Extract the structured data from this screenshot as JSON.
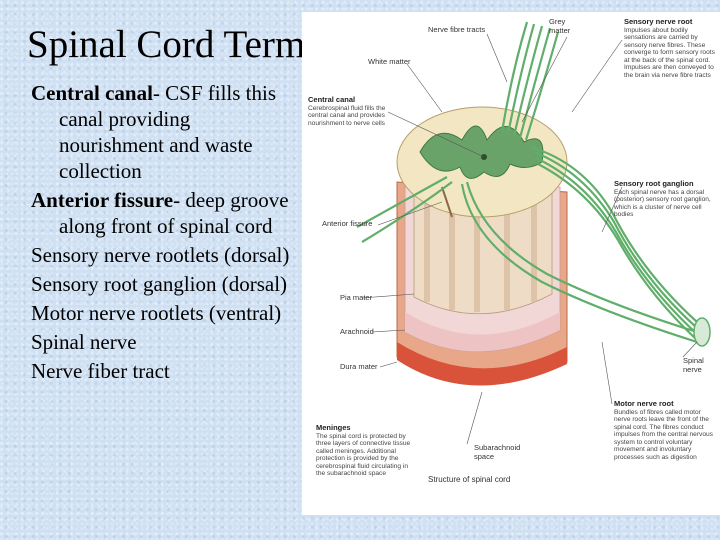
{
  "slide": {
    "title": "Spinal Cord Terms",
    "terms": [
      {
        "term": "Central canal",
        "definition": "- CSF fills this canal providing nourishment and waste collection"
      },
      {
        "term": "Anterior fissure",
        "definition": "- deep groove along front of spinal cord"
      },
      {
        "term": "",
        "definition": "Sensory nerve rootlets (dorsal)"
      },
      {
        "term": "",
        "definition": "Sensory root ganglion (dorsal)"
      },
      {
        "term": "",
        "definition": "Motor nerve rootlets (ventral)"
      },
      {
        "term": "",
        "definition": "Spinal nerve"
      },
      {
        "term": "",
        "definition": "Nerve fiber tract"
      }
    ]
  },
  "figure": {
    "caption": "Structure of spinal cord",
    "labels": {
      "nerve_fibre_tracts": "Nerve fibre tracts",
      "grey_matter": "Grey matter",
      "white_matter": "White matter",
      "central_canal_title": "Central canal",
      "central_canal_desc": "Cerebrospinal fluid fills the central canal and provides nourishment to nerve cells",
      "anterior_fissure": "Anterior fissure",
      "pia_mater": "Pia mater",
      "arachnoid": "Arachnoid",
      "dura_mater": "Dura mater",
      "meninges_title": "Meninges",
      "meninges_desc": "The spinal cord is protected by three layers of connective tissue called meninges. Additional protection is provided by the cerebrospinal fluid circulating in the subarachnoid space",
      "subarachnoid_space": "Subarachnoid space",
      "sensory_root_title": "Sensory nerve root",
      "sensory_root_desc": "Impulses about bodily sensations are carried by sensory nerve fibres. These converge to form sensory roots at the back of the spinal cord. Impulses are then conveyed to the brain via nerve fibre tracts",
      "sensory_ganglion_title": "Sensory root ganglion",
      "sensory_ganglion_desc": "Each spinal nerve has a dorsal (posterior) sensory root ganglion, which is a cluster of nerve cell bodies",
      "spinal_nerve": "Spinal nerve",
      "motor_root_title": "Motor nerve root",
      "motor_root_desc": "Bundles of fibres called motor nerve roots leave the front of the spinal cord. The fibres conduct impulses from the central nervous system to control voluntary movement and involuntary processes such as digestion"
    }
  }
}
